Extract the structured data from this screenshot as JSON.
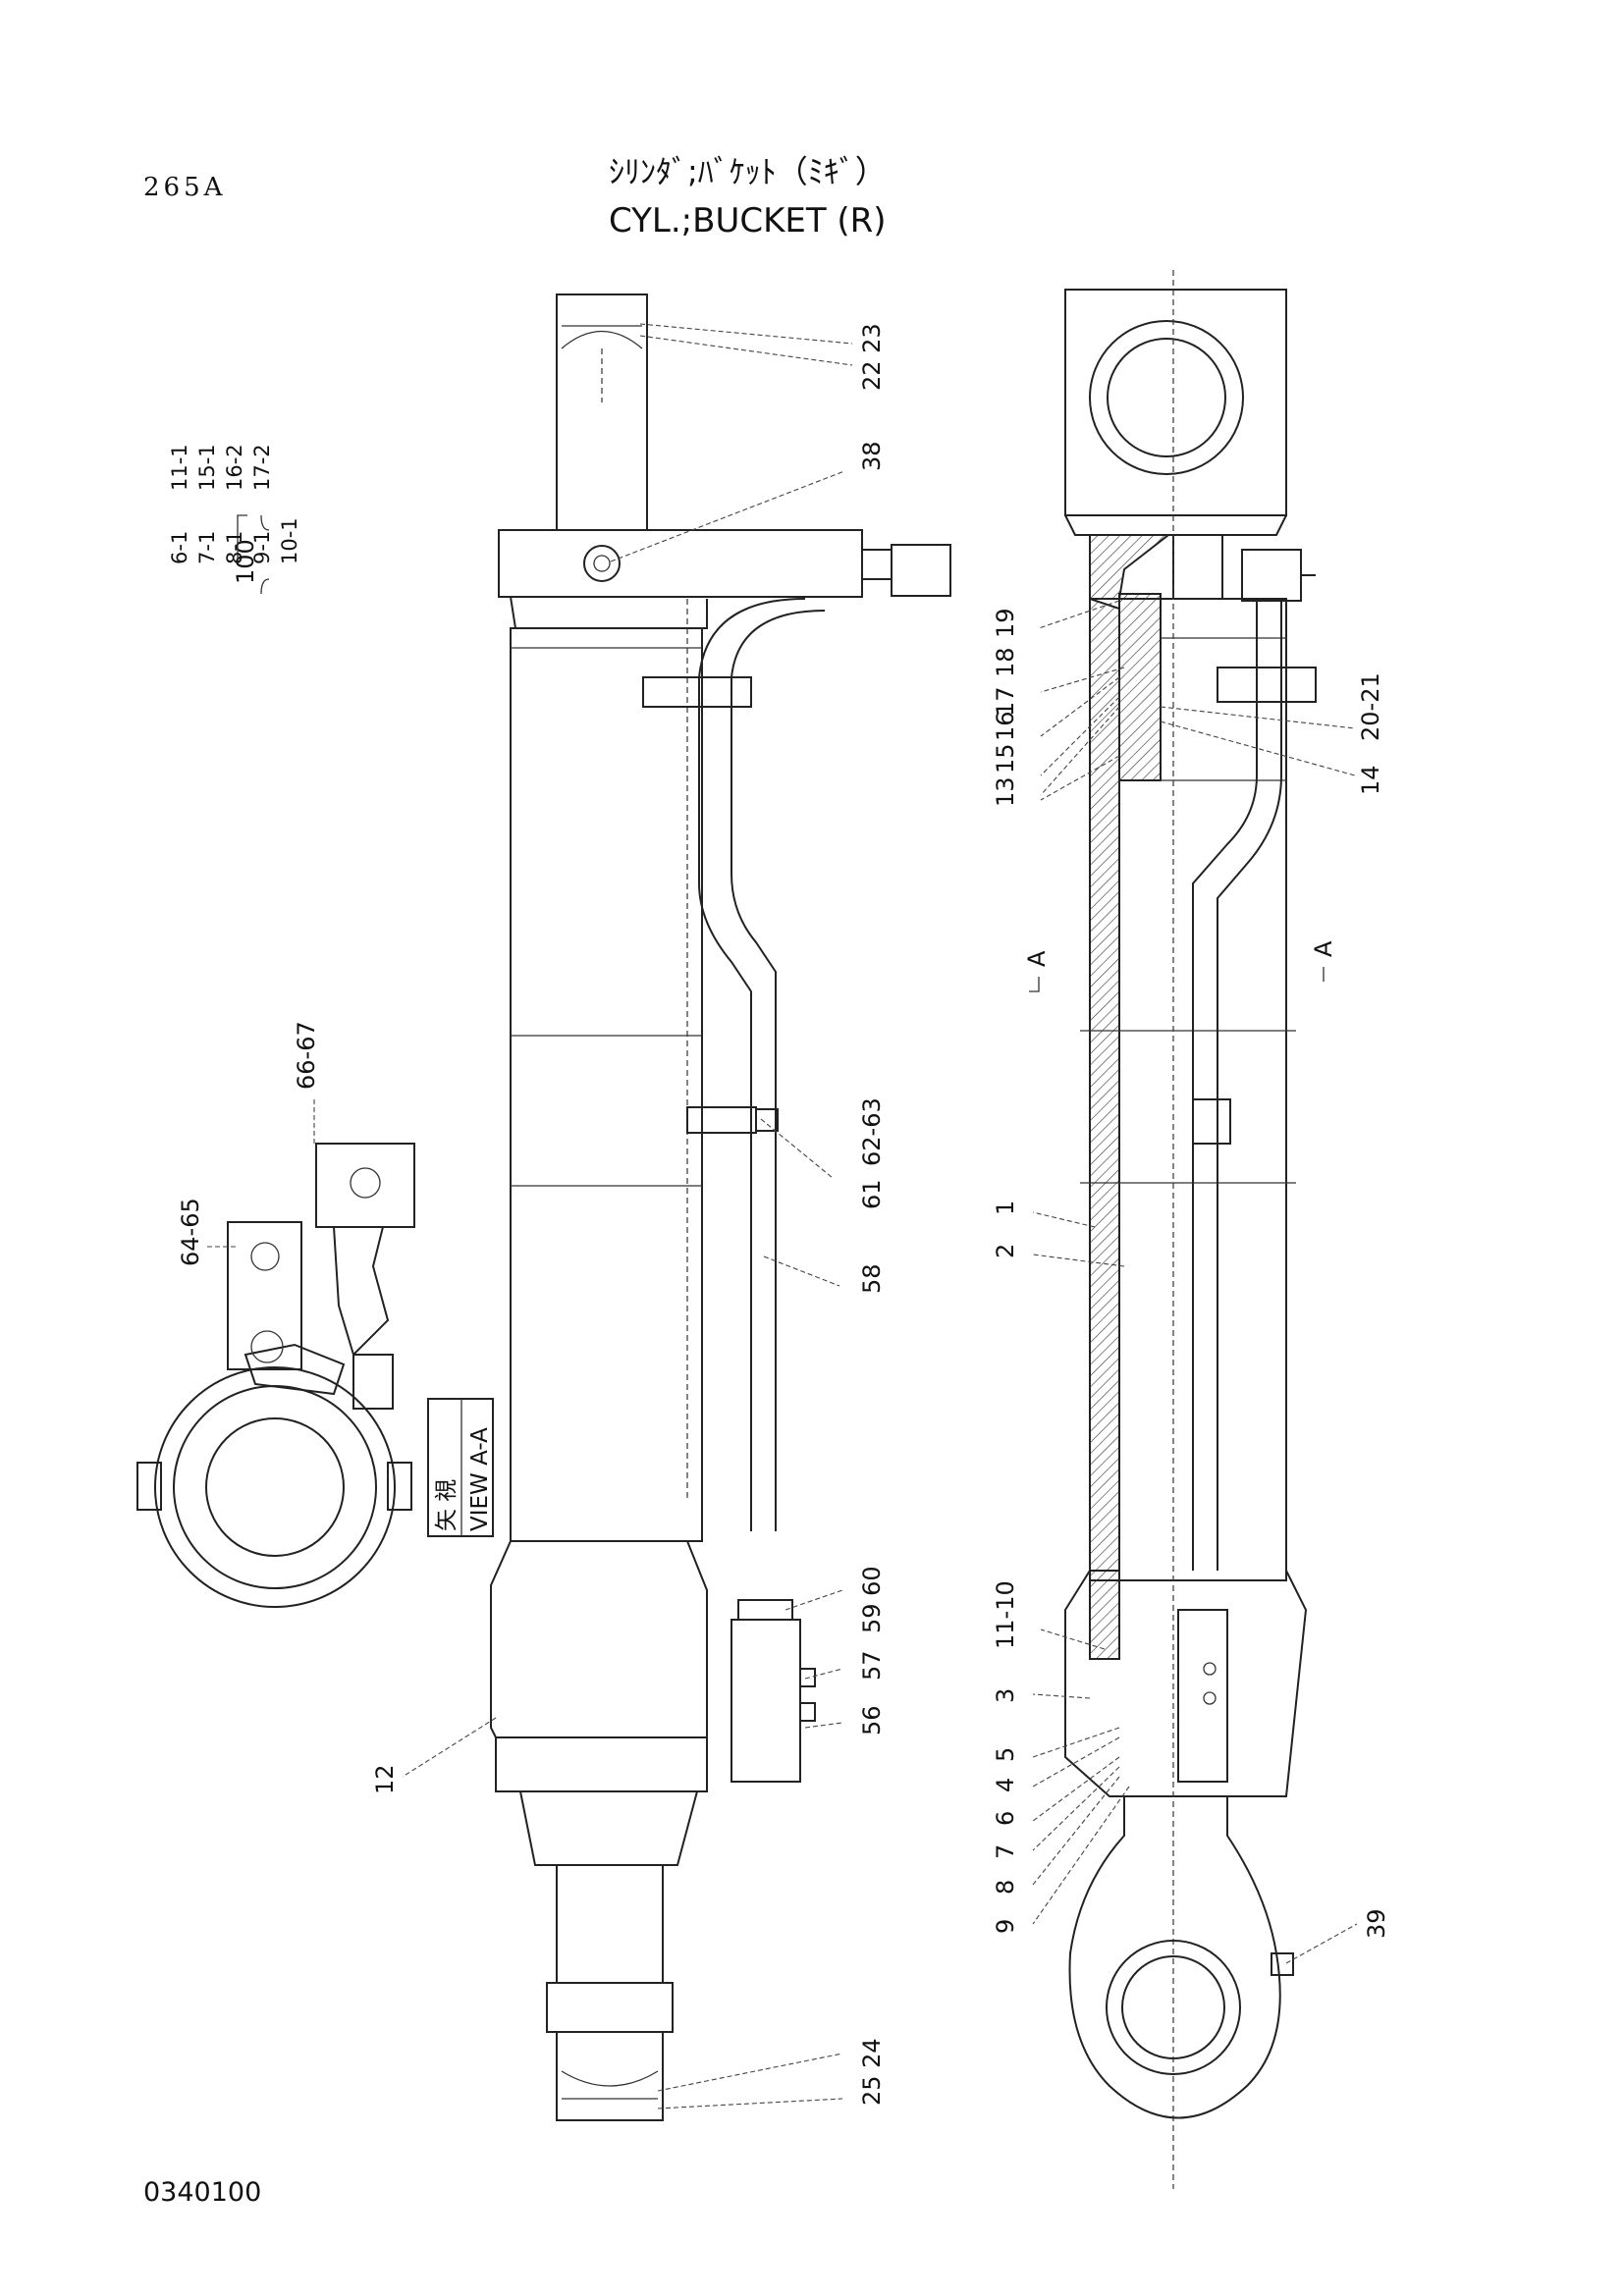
{
  "header": {
    "page_code": "265A",
    "title_jp": "ｼﾘﾝﾀﾞ;ﾊﾞｹｯﾄ（ﾐｷﾞ）",
    "title_en": "CYL.;BUCKET (R)"
  },
  "footer": {
    "drawing_number": "0340100"
  },
  "assembly_group": {
    "label": "100",
    "items": [
      "6-1",
      "7-1",
      "8-1",
      "9-1",
      "10-1",
      "11-1",
      "15-1",
      "16-2",
      "17-2"
    ]
  },
  "view": {
    "label_jp": "矢 視",
    "label_en": "VIEW A-A",
    "section_marker": "A"
  },
  "callouts": {
    "c_22_23": "22 23",
    "c_38": "38",
    "c_62_63": "62-63",
    "c_61": "61",
    "c_58": "58",
    "c_59_60": "59 60",
    "c_57": "57",
    "c_56": "56",
    "c_12": "12",
    "c_25_24": "25 24",
    "c_66_67": "66-67",
    "c_64_65": "64-65",
    "c_19": "19",
    "c_18": "18",
    "c_17": "17",
    "c_16": "16",
    "c_15": "15",
    "c_13": "13",
    "c_20_21": "20-21",
    "c_14": "14",
    "c_1": "1",
    "c_2": "2",
    "c_11_10": "11-10",
    "c_3": "3",
    "c_5": "5",
    "c_4": "4",
    "c_6": "6",
    "c_7": "7",
    "c_8": "8",
    "c_9": "9",
    "c_39": "39"
  }
}
